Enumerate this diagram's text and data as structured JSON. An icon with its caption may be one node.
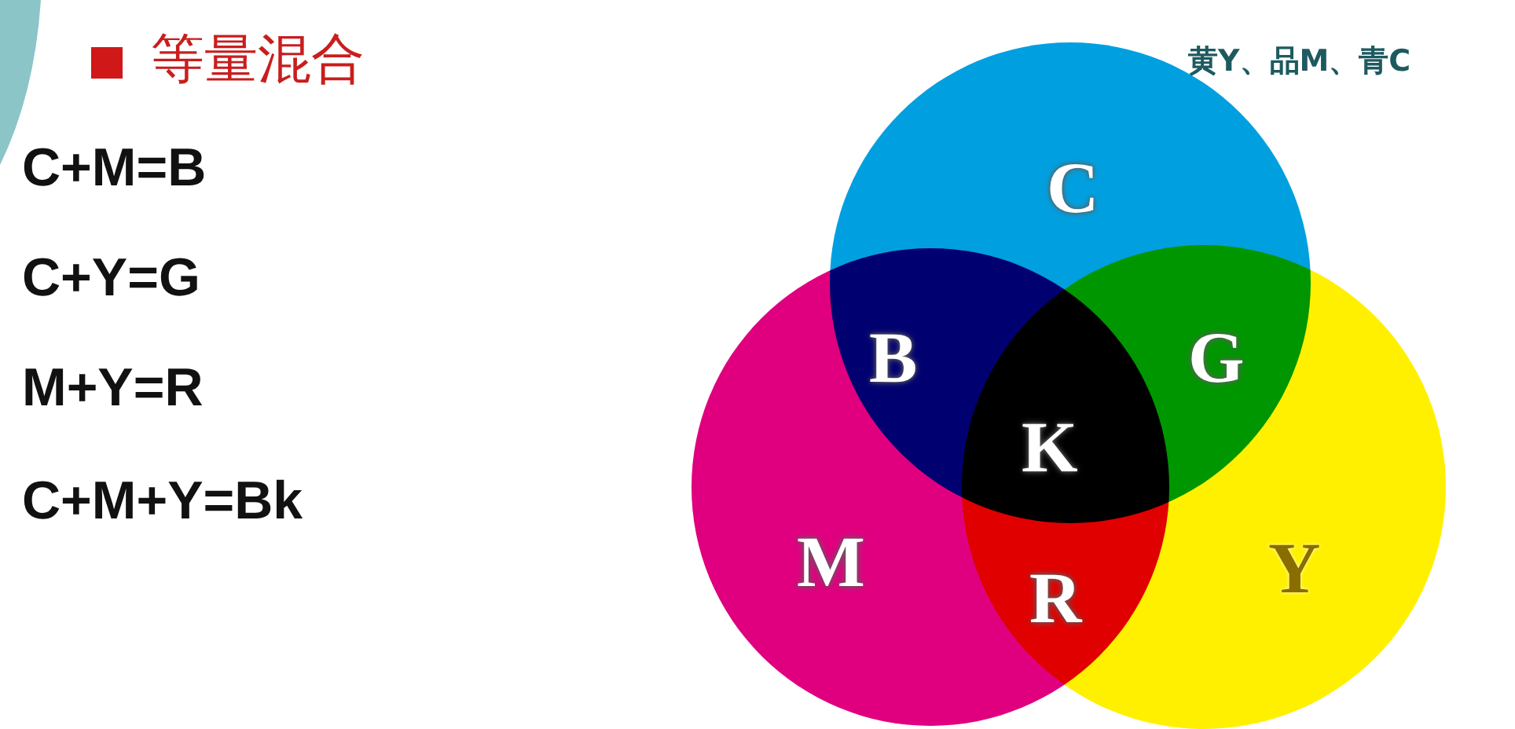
{
  "diagram": {
    "title": "等量混合",
    "nodes": [
      {
        "text": [
          "C"
        ]
      },
      {
        "text": [
          "M"
        ]
      },
      {
        "text": [
          "Y"
        ]
      }
    ],
    "labels": [
      "黄Y、品M、青C",
      "C+M=B",
      "C+Y=G",
      "M+Y=R",
      "C+M+Y=Bk",
      "B",
      "G",
      "K",
      "R"
    ]
  }
}
